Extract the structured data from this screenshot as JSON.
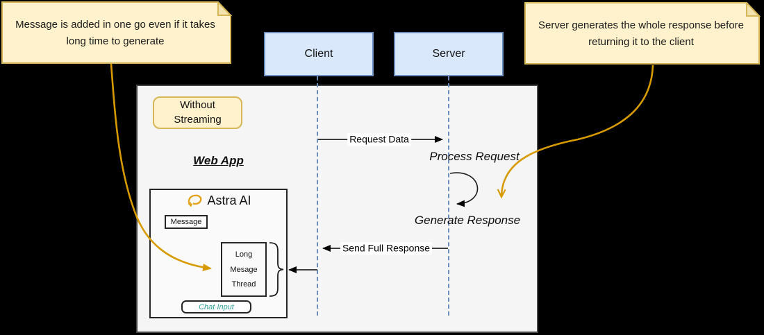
{
  "diagram": {
    "frame_label": "Without Streaming",
    "notes": {
      "left": "Message is added in one go even if it takes long time to generate",
      "right": "Server generates the whole response before returning it to the client"
    },
    "actors": {
      "client": "Client",
      "server": "Server"
    },
    "webapp": {
      "title": "Web App",
      "app_name": "Astra AI",
      "message_button": "Message",
      "thread_lines": [
        "Long",
        "Mesage",
        "Thread"
      ],
      "chat_input": "Chat Input"
    },
    "messages": {
      "request_data": "Request Data",
      "process_request": "Process Request",
      "generate_response": "Generate Response",
      "send_full_response": "Send Full Response"
    },
    "icons": {
      "astra_logo": "astra-ai-swoosh-star-icon",
      "note_fold": "folded-corner-icon"
    },
    "colors": {
      "background": "#000000",
      "note_fill": "#FFF2CC",
      "note_border": "#D6B656",
      "actor_fill": "#DAE8FC",
      "actor_border": "#6C8EBF",
      "lifeline": "#6C8EBF",
      "frame_fill": "#F5F5F5",
      "annotation_arrow": "#D79B00",
      "chat_input_text": "#2FA198"
    }
  }
}
